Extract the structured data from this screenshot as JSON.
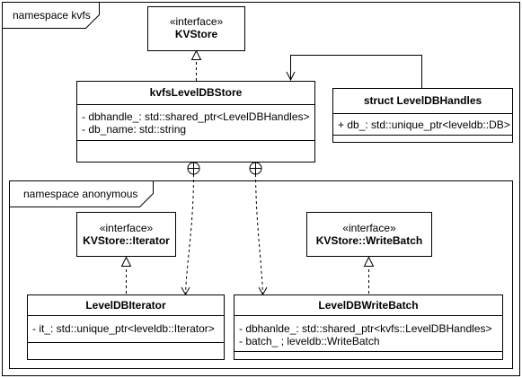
{
  "outer_namespace": {
    "label": "namespace kvfs"
  },
  "inner_namespace": {
    "label": "namespace anonymous"
  },
  "kvstore": {
    "stereotype": "«interface»",
    "name": "KVStore"
  },
  "leveldb_store": {
    "name": "kvfsLevelDBStore",
    "attributes": [
      "- dbhandle_: std::shared_ptr<LevelDBHandles>",
      "- db_name: std::string"
    ]
  },
  "leveldb_handles": {
    "name": "struct LevelDBHandles",
    "attributes": [
      "+ db_: std::unique_ptr<leveldb::DB>"
    ]
  },
  "iterator_iface": {
    "stereotype": "«interface»",
    "name": "KVStore::Iterator"
  },
  "writebatch_iface": {
    "stereotype": "«interface»",
    "name": "KVStore::WriteBatch"
  },
  "leveldb_iterator": {
    "name": "LevelDBIterator",
    "attributes": [
      "- it_: std::unique_ptr<leveldb::Iterator>"
    ]
  },
  "leveldb_writebatch": {
    "name": "LevelDBWriteBatch",
    "attributes": [
      "- dbhanlde_: std::shared_ptr<kvfs::LevelDBHandles>",
      "- batch_ ;  leveldb::WriteBatch"
    ]
  }
}
